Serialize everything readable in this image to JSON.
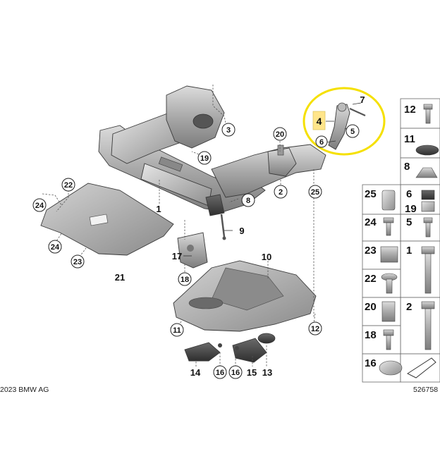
{
  "diagram": {
    "copyright": "2023 BMW AG",
    "diagram_id": "526758",
    "highlight_color": "#f5e000",
    "highlight_box_color": "#ffe58a"
  },
  "callouts": {
    "c1": "1",
    "c2": "2",
    "c3": "3",
    "c4": "4",
    "c5": "5",
    "c6": "6",
    "c7": "7",
    "c8": "8",
    "c9": "9",
    "c10": "10",
    "c11": "11",
    "c12": "12",
    "c13": "13",
    "c14": "14",
    "c15": "15",
    "c16a": "16",
    "c16b": "16",
    "c17": "17",
    "c18": "18",
    "c19": "19",
    "c20": "20",
    "c21": "21",
    "c22": "22",
    "c23": "23",
    "c24a": "24",
    "c24b": "24",
    "c25": "25"
  },
  "grid": {
    "g12": "12",
    "g11": "11",
    "g8": "8",
    "g25": "25",
    "g6": "6",
    "g19": "19",
    "g24": "24",
    "g5": "5",
    "g23": "23",
    "g1": "1",
    "g22": "22",
    "g20": "20",
    "g2": "2",
    "g18": "18",
    "g16": "16"
  }
}
